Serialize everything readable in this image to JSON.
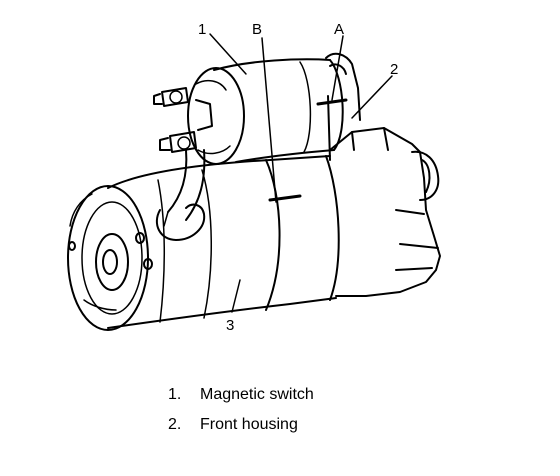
{
  "callouts": {
    "label_1": "1",
    "label_2": "2",
    "label_3": "3",
    "label_a": "A",
    "label_b": "B"
  },
  "legend": [
    {
      "number": "1.",
      "text": "Magnetic switch"
    },
    {
      "number": "2.",
      "text": "Front housing"
    }
  ],
  "colors": {
    "line": "#000000",
    "background": "#ffffff"
  }
}
